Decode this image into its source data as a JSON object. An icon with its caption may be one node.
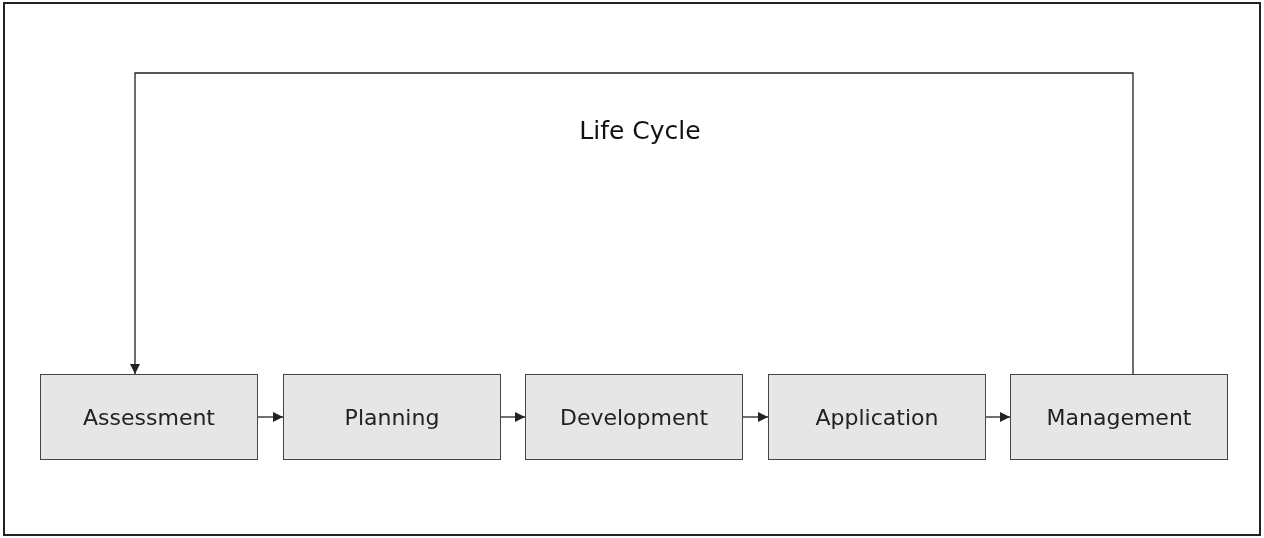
{
  "diagram": {
    "title": "Life Cycle",
    "nodes": [
      {
        "text": [
          "Assessment"
        ]
      },
      {
        "text": [
          "Planning"
        ]
      },
      {
        "text": [
          "Development"
        ]
      },
      {
        "text": [
          "Application"
        ]
      },
      {
        "text": [
          "Management"
        ]
      }
    ],
    "edges": [
      {
        "from": 0,
        "to": 1,
        "arrow": "to"
      },
      {
        "from": 1,
        "to": 2,
        "arrow": "to"
      },
      {
        "from": 2,
        "to": 3,
        "arrow": "to"
      },
      {
        "from": 3,
        "to": 4,
        "arrow": "to"
      },
      {
        "from": 4,
        "to": 0,
        "arrow": "to"
      }
    ]
  }
}
